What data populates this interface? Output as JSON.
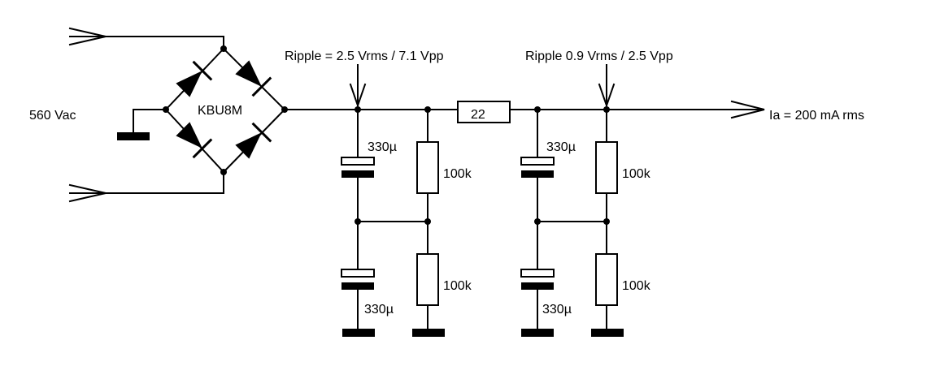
{
  "input": {
    "voltage_label": "560 Vac"
  },
  "bridge": {
    "part_label": "KBU8M"
  },
  "output": {
    "current_label": "Ia = 200 mA rms"
  },
  "ripple": {
    "first_label": "Ripple = 2.5 Vrms / 7.1 Vpp",
    "second_label": "Ripple 0.9 Vrms / 2.5 Vpp"
  },
  "series_resistor": {
    "value": "22"
  },
  "stage1": {
    "cap_top": "330µ",
    "cap_bottom": "330µ",
    "res_top": "100k",
    "res_bottom": "100k"
  },
  "stage2": {
    "cap_top": "330µ",
    "cap_bottom": "330µ",
    "res_top": "100k",
    "res_bottom": "100k"
  }
}
